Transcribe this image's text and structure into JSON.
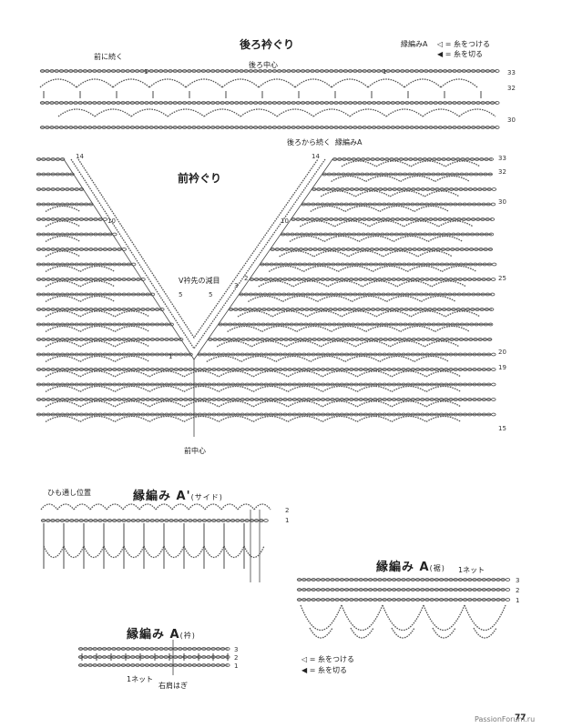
{
  "back_neck": {
    "title": "後ろ衿ぐり",
    "center_label": "後ろ中心",
    "left_note": "前に続く",
    "border_label": "縁編みA",
    "legend_attach": "◁ = 糸をつける",
    "legend_cut": "◀ = 糸を切る",
    "row_numbers": [
      "33",
      "32",
      "30"
    ],
    "marker_1a": "1",
    "marker_1b": "1"
  },
  "front_neck": {
    "title": "前衿ぐり",
    "continue_note": "後ろから続く",
    "border_label": "縁編みA",
    "v_note": "V衿先の減目",
    "center_label": "前中心",
    "row_numbers": [
      "33",
      "32",
      "30",
      "25",
      "20",
      "19",
      "15"
    ],
    "left_markers": [
      "14",
      "10",
      "5",
      "1"
    ],
    "right_markers": [
      "14",
      "10",
      "5",
      "3",
      "2"
    ]
  },
  "side_border": {
    "title": "縁編み",
    "title_letter": "A'",
    "subtitle": "(サイド)",
    "string_label": "ひも通し位置",
    "rows": [
      "2",
      "1"
    ]
  },
  "hem_border": {
    "title": "縁編み",
    "title_letter": "A",
    "subtitle": "(裾)",
    "net_label": "1ネット",
    "rows": [
      "3",
      "2",
      "1"
    ]
  },
  "collar_border": {
    "title": "縁編み",
    "title_letter": "A",
    "subtitle": "(衿)",
    "net_label": "1ネット",
    "seam_label": "右肩はぎ",
    "rows": [
      "3",
      "2",
      "1"
    ]
  },
  "legend": {
    "attach": "◁ = 糸をつける",
    "cut": "◀ = 糸を切る"
  },
  "page_number": "77",
  "watermark": "PassionForum.ru"
}
